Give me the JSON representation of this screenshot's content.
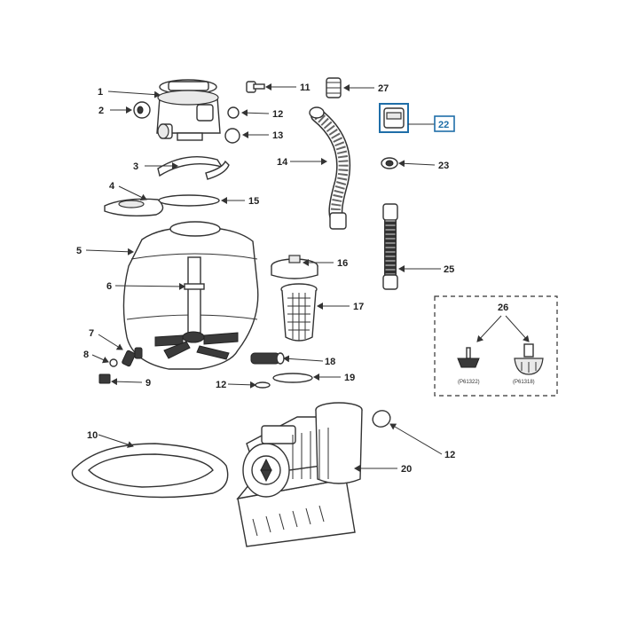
{
  "labels": {
    "l1": "1",
    "l2": "2",
    "l3": "3",
    "l4": "4",
    "l5": "5",
    "l6": "6",
    "l7": "7",
    "l8": "8",
    "l9": "9",
    "l10": "10",
    "l11": "11",
    "l12a": "12",
    "l12b": "12",
    "l12c": "12",
    "l13": "13",
    "l14": "14",
    "l15": "15",
    "l16": "16",
    "l17": "17",
    "l18": "18",
    "l19": "19",
    "l20": "20",
    "l22": "22",
    "l23": "23",
    "l25": "25",
    "l26": "26",
    "l27": "27"
  },
  "variants": {
    "left": "(P61322)",
    "right": "(P61318)"
  },
  "colors": {
    "highlight": "#1f6ea8",
    "line": "#333333"
  }
}
